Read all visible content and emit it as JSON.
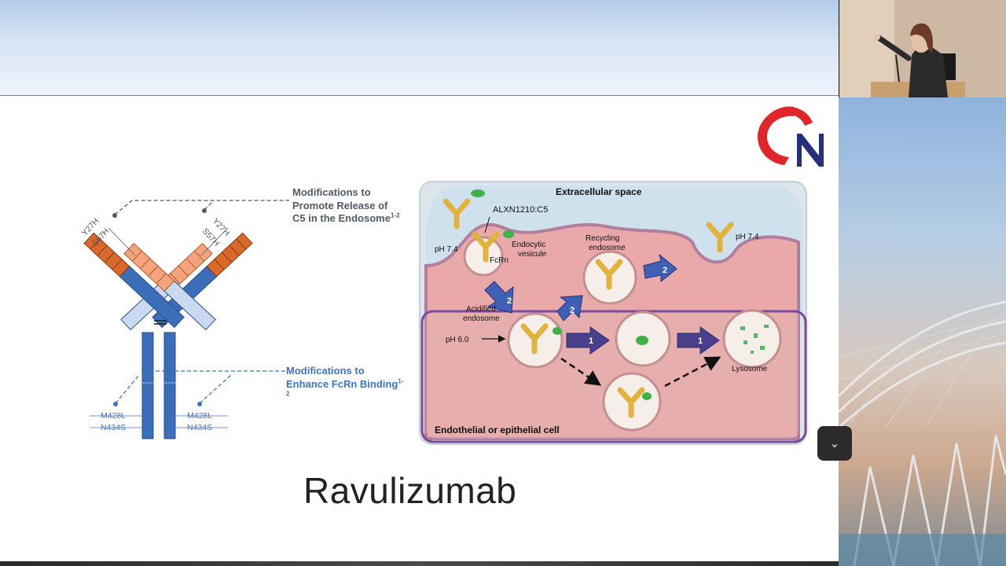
{
  "slide": {
    "title": "Ravulizumab",
    "antibody": {
      "mod_c5": {
        "text": "Modifications to Promote Release of C5 in the Endosome",
        "ref": "1-2"
      },
      "mod_fcrn": {
        "text": "Modifications to Enhance FcRn Binding",
        "ref": "1-2"
      },
      "mutations_fab": [
        "Y27H",
        "S57H"
      ],
      "mutations_fc": [
        "M428L",
        "N434S"
      ]
    },
    "cell_diagram": {
      "extracellular": "Extracellular space",
      "complex": "ALXN1210:C5",
      "ph_outer_left": "pH 7.4",
      "ph_outer_right": "pH 7.4",
      "fcrn": "FcRn",
      "endocytic_vesicle": "Endocytic vesicule",
      "recycling_endosome": "Recycling endosome",
      "acidified_endosome": "Acidified endosome",
      "ph_inner": "pH 6.0",
      "lysosome": "Lysosome",
      "cell_label": "Endothelial or epithelial cell",
      "step_one": "1",
      "step_two": "2"
    }
  },
  "colors": {
    "antibody_blue": "#3b6eb8",
    "heavy_orange": "#d9692b",
    "light_orange": "#f4a47c",
    "pale_blue": "#c9daf0",
    "cell_pink": "#e9a9a9",
    "membrane_purple": "#7b4a9a",
    "logo_red": "#e0262b",
    "logo_navy": "#25307a"
  },
  "icons": {
    "scroll": "chevron-down-icon"
  }
}
